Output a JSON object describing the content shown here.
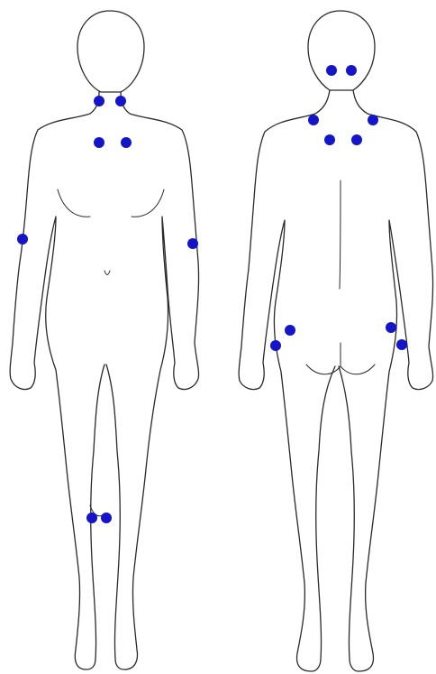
{
  "colors": {
    "background": "#ffffff",
    "outline": "#2a2a2a",
    "tender_point": "#1414c8"
  },
  "figures": [
    {
      "view": "front",
      "icon": "body-front-outline"
    },
    {
      "view": "back",
      "icon": "body-back-outline"
    }
  ],
  "tender_points": {
    "front": [
      "neck-left",
      "neck-right",
      "upper-chest-left",
      "upper-chest-right",
      "elbow-left",
      "elbow-right",
      "knee-left",
      "knee-right"
    ],
    "back": [
      "occiput-left",
      "occiput-right",
      "trapezius-left",
      "trapezius-right",
      "supraspinatus-left",
      "supraspinatus-right",
      "gluteal-left",
      "gluteal-right",
      "greater-trochanter-left",
      "greater-trochanter-right"
    ]
  }
}
